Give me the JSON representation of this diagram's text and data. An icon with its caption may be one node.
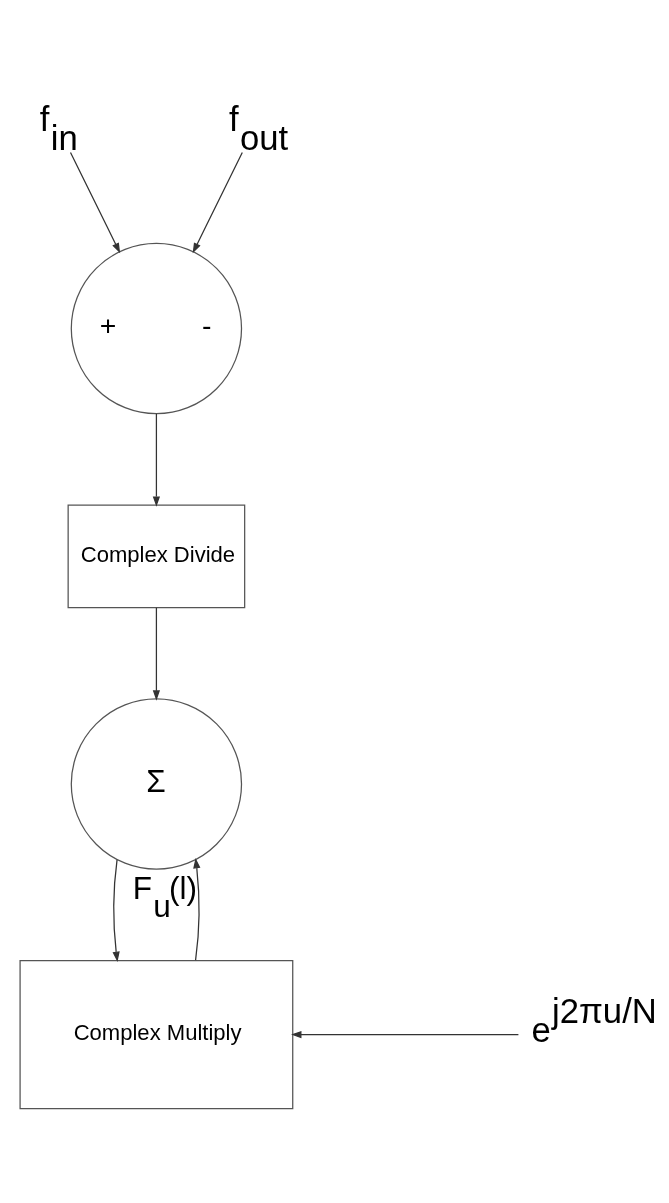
{
  "diagram": {
    "nodes": [
      {
        "text": [
          "f$_{in}$"
        ]
      },
      {
        "text": [
          "f$_{out}$"
        ]
      },
      {
        "text": [
          "+",
          "-"
        ]
      },
      {
        "text": [
          "Complex Divide"
        ]
      },
      {
        "text": [
          "Σ"
        ]
      },
      {
        "text": [
          "Complex Multiply"
        ]
      },
      {
        "text": [
          "e$^{j2πu/N}$"
        ]
      }
    ],
    "edges": [
      {
        "from": 0,
        "to": 2,
        "arrow": "to"
      },
      {
        "from": 1,
        "to": 2,
        "arrow": "to"
      },
      {
        "from": 2,
        "to": 3,
        "arrow": "to"
      },
      {
        "from": 3,
        "to": 4,
        "arrow": "to"
      },
      {
        "from": 4,
        "to": 5,
        "arrow": "to"
      },
      {
        "from": 6,
        "to": 5,
        "arrow": "to"
      },
      {
        "from": 5,
        "to": 4,
        "arrow": "to",
        "label": "F$_{u}$(l)"
      }
    ]
  }
}
